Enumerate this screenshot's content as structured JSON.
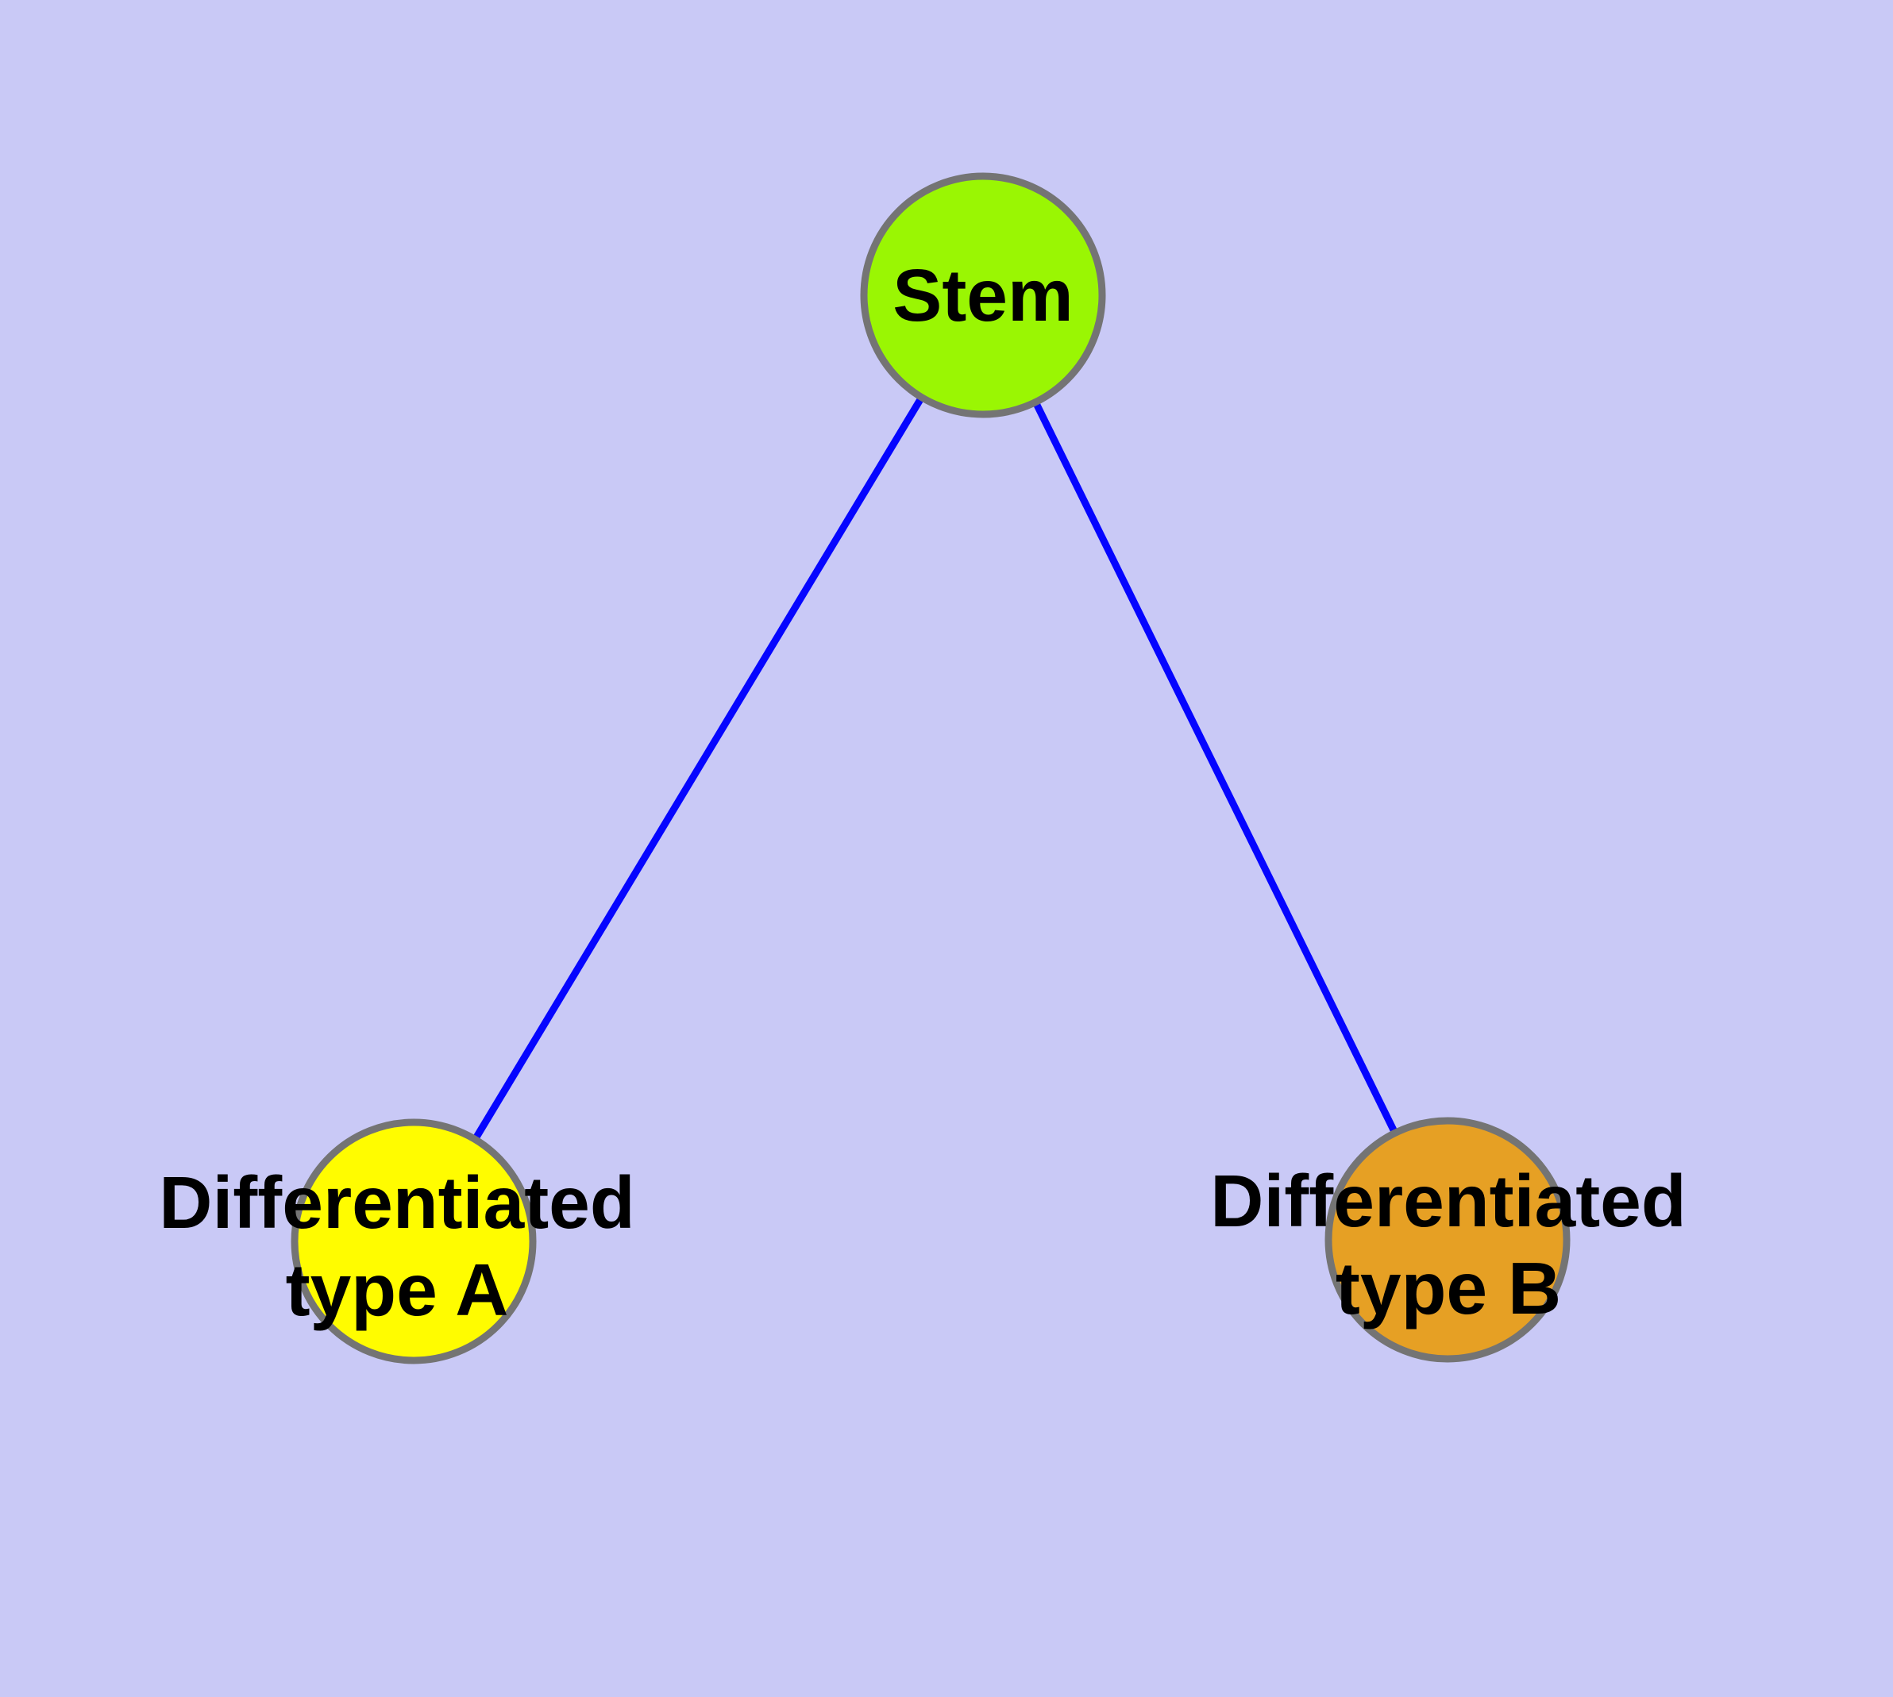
{
  "diagram": {
    "background_color": "#C9C9F6",
    "edge_color": "#0505FF",
    "node_border_color": "#747474",
    "label_color": "#000000",
    "nodes": [
      {
        "id": "stem",
        "label": "Stem",
        "fill_color": "#9AF603"
      },
      {
        "id": "differentiated-type-a",
        "label": "Differentiated\ntype A",
        "fill_color": "#FFFC00"
      },
      {
        "id": "differentiated-type-b",
        "label": "Differentiated\ntype B",
        "fill_color": "#E6A024"
      }
    ],
    "edges": [
      {
        "from": "stem",
        "to": "differentiated-type-a"
      },
      {
        "from": "stem",
        "to": "differentiated-type-b"
      }
    ]
  }
}
